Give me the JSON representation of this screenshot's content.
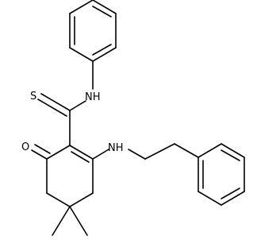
{
  "molecule": {
    "atoms": {
      "S": "S",
      "NH_thioamide": "NH",
      "O": "O",
      "NH_amine": "NH"
    }
  }
}
